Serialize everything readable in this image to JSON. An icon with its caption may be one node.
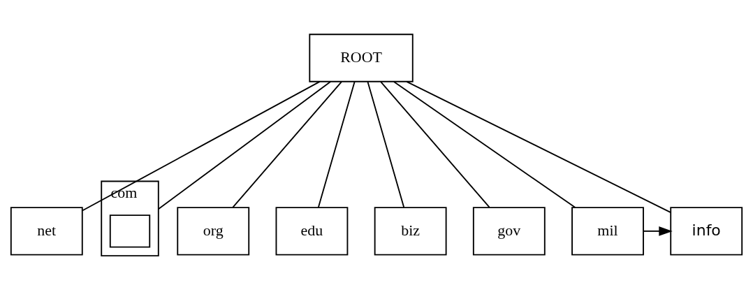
{
  "diagram": {
    "nodes": [
      {
        "text": [
          "ROOT"
        ]
      },
      {
        "text": [
          "net"
        ]
      },
      {
        "text": [
          "com"
        ]
      },
      {
        "text": [],
        "shape": "box",
        "in": 2
      },
      {
        "text": [
          "org"
        ]
      },
      {
        "text": [
          "edu"
        ]
      },
      {
        "text": [
          "biz"
        ]
      },
      {
        "text": [
          "gov"
        ]
      },
      {
        "text": [
          "mil"
        ]
      },
      {
        "text": [
          "info"
        ]
      }
    ],
    "edges": [
      {
        "from": 0,
        "to": 1,
        "arrow": "none"
      },
      {
        "from": 0,
        "to": 2,
        "arrow": "none"
      },
      {
        "from": 0,
        "to": 4,
        "arrow": "none"
      },
      {
        "from": 0,
        "to": 5,
        "arrow": "none"
      },
      {
        "from": 0,
        "to": 6,
        "arrow": "none"
      },
      {
        "from": 0,
        "to": 7,
        "arrow": "none"
      },
      {
        "from": 0,
        "to": 8,
        "arrow": "none"
      },
      {
        "from": 0,
        "to": 9,
        "arrow": "none"
      },
      {
        "from": 8,
        "to": 9,
        "arrow": "to"
      }
    ]
  }
}
